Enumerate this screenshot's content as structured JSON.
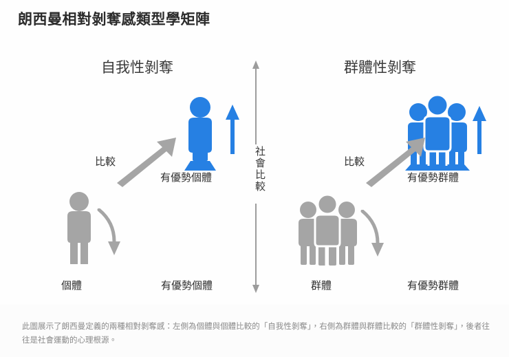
{
  "title": "朗西曼相對剝奪感類型學矩陣",
  "colors": {
    "advantaged_blue": "#2680e3",
    "baseline_gray": "#a5a5a5",
    "axis_gray": "#9c9c9c",
    "text_dark": "#2f2f2f",
    "caption_gray": "#8a8a8a",
    "background": "#fefefe"
  },
  "axis": {
    "label": "社會比較",
    "direction": "double-headed-vertical"
  },
  "panels": {
    "left": {
      "heading": "自我性剝奪",
      "compare_label": "比較",
      "baseline_icon": "single-person-gray-icon",
      "advantaged_icon": "single-person-blue-icon",
      "advantaged_inline_label": "有優勢個體",
      "bottom_labels": [
        "個體",
        "有優勢個體"
      ]
    },
    "right": {
      "heading": "群體性剝奪",
      "compare_label": "比較",
      "baseline_icon": "group-of-three-gray-icon",
      "advantaged_icon": "group-of-three-blue-icon",
      "advantaged_inline_label": "有優勢群體",
      "bottom_labels": [
        "群體",
        "有優勢群體"
      ]
    }
  },
  "caption": "此圖展示了朗西曼定義的兩種相對剝奪感：左側為個體與個體比較的「自我性剝奪」，右側為群體與群體比較的「群體性剝奪」，後者往往是社會運動的心理根源。"
}
